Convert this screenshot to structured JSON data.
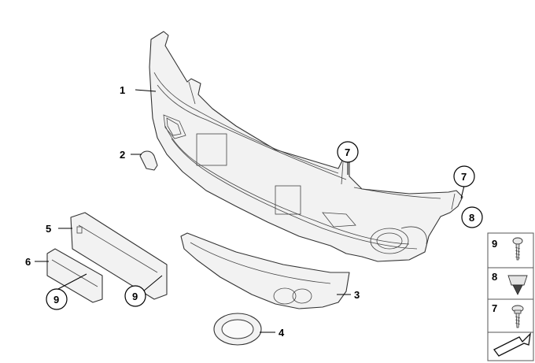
{
  "callouts": [
    {
      "id": "c1",
      "label": "1"
    },
    {
      "id": "c2",
      "label": "2"
    },
    {
      "id": "c3",
      "label": "3"
    },
    {
      "id": "c4",
      "label": "4"
    },
    {
      "id": "c5",
      "label": "5"
    },
    {
      "id": "c6",
      "label": "6"
    },
    {
      "id": "c7a",
      "label": "7"
    },
    {
      "id": "c7b",
      "label": "7"
    },
    {
      "id": "c8",
      "label": "8"
    },
    {
      "id": "c9a",
      "label": "9"
    },
    {
      "id": "c9b",
      "label": "9"
    }
  ],
  "legend": [
    {
      "label": "9",
      "icon": "screw-icon"
    },
    {
      "label": "8",
      "icon": "clip-nut-icon"
    },
    {
      "label": "7",
      "icon": "bolt-icon"
    }
  ],
  "footer_icon": "arrow-icon"
}
